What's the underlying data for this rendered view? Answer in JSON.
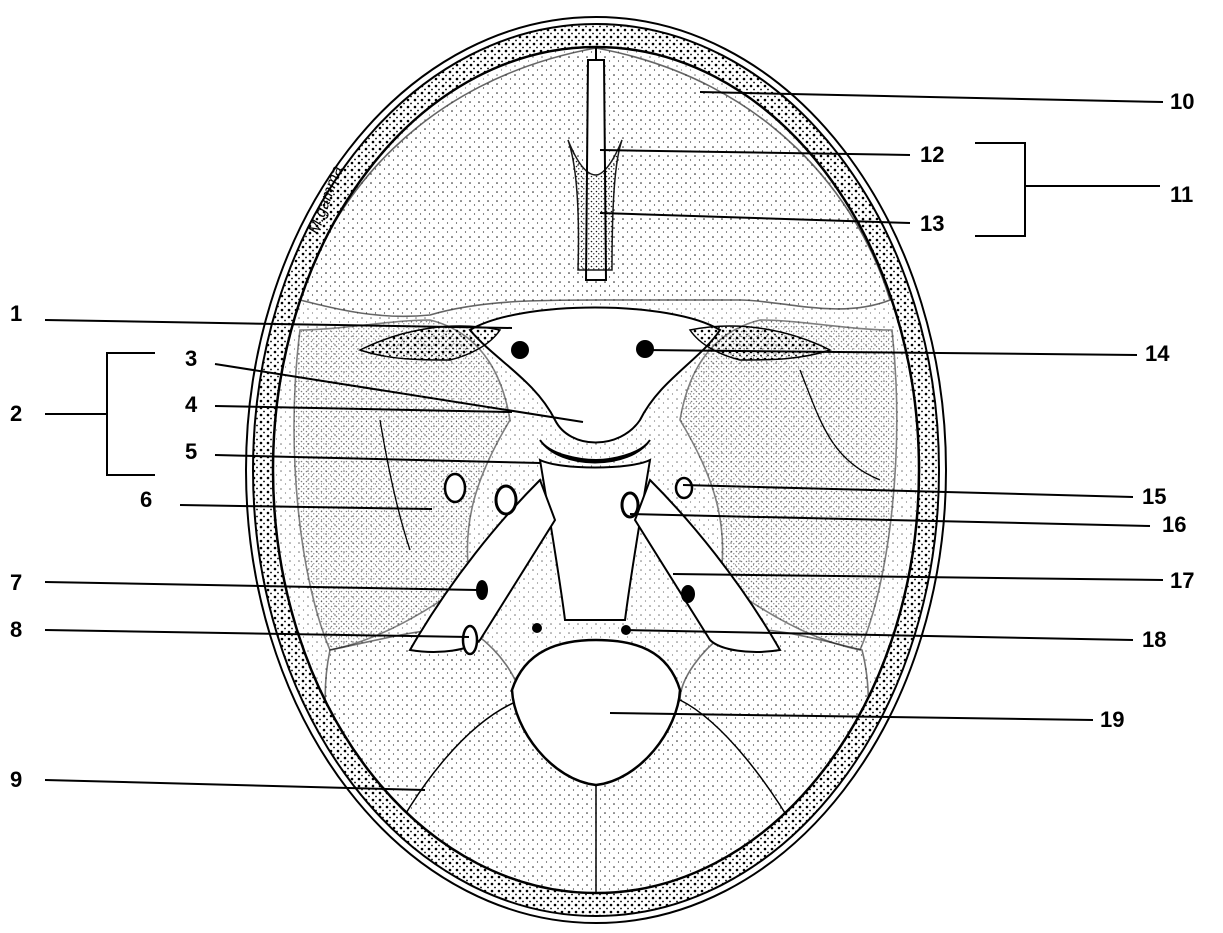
{
  "diagram": {
    "labels": {
      "l1": "1",
      "l2": "2",
      "l3": "3",
      "l4": "4",
      "l5": "5",
      "l6": "6",
      "l7": "7",
      "l8": "8",
      "l9": "9",
      "l10": "10",
      "l11": "11",
      "l12": "12",
      "l13": "13",
      "l14": "14",
      "l15": "15",
      "l16": "16",
      "l17": "17",
      "l18": "18",
      "l19": "19"
    },
    "signature": "M.gamma"
  },
  "colors": {
    "ink": "#000000",
    "paper": "#ffffff"
  }
}
